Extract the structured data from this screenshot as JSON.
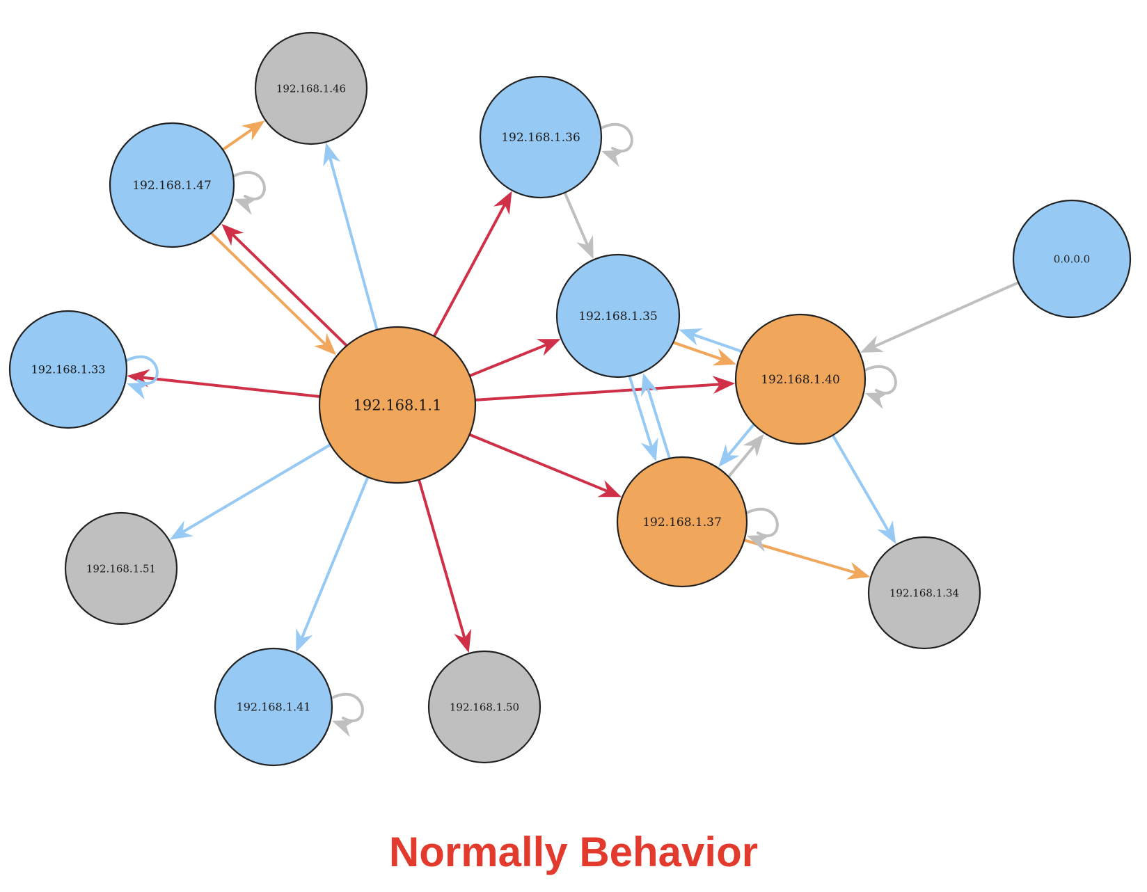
{
  "caption": "Normally Behavior",
  "colors": {
    "orange": "#f0a65b",
    "blue": "#96c9f3",
    "gray": "#bfbfbf",
    "red_edge": "#cf3047",
    "outline": "#222222"
  },
  "nodes": [
    {
      "id": "n1",
      "label": "192.168.1.1",
      "color": "orange"
    },
    {
      "id": "n46",
      "label": "192.168.1.46",
      "color": "gray"
    },
    {
      "id": "n47",
      "label": "192.168.1.47",
      "color": "blue"
    },
    {
      "id": "n36",
      "label": "192.168.1.36",
      "color": "blue"
    },
    {
      "id": "n35",
      "label": "192.168.1.35",
      "color": "blue"
    },
    {
      "id": "n0",
      "label": "0.0.0.0",
      "color": "blue"
    },
    {
      "id": "n40",
      "label": "192.168.1.40",
      "color": "orange"
    },
    {
      "id": "n33",
      "label": "192.168.1.33",
      "color": "blue"
    },
    {
      "id": "n37",
      "label": "192.168.1.37",
      "color": "orange"
    },
    {
      "id": "n51",
      "label": "192.168.1.51",
      "color": "gray"
    },
    {
      "id": "n34",
      "label": "192.168.1.34",
      "color": "gray"
    },
    {
      "id": "n41",
      "label": "192.168.1.41",
      "color": "blue"
    },
    {
      "id": "n50",
      "label": "192.168.1.50",
      "color": "gray"
    }
  ],
  "edges": [
    {
      "from": "n1",
      "to": "n47",
      "color": "red_edge"
    },
    {
      "from": "n47",
      "to": "n1",
      "color": "orange"
    },
    {
      "from": "n47",
      "to": "n46",
      "color": "orange"
    },
    {
      "from": "n1",
      "to": "n46",
      "color": "blue"
    },
    {
      "from": "n1",
      "to": "n36",
      "color": "red_edge"
    },
    {
      "from": "n1",
      "to": "n35",
      "color": "red_edge"
    },
    {
      "from": "n1",
      "to": "n40",
      "color": "red_edge"
    },
    {
      "from": "n1",
      "to": "n33",
      "color": "red_edge"
    },
    {
      "from": "n1",
      "to": "n37",
      "color": "red_edge"
    },
    {
      "from": "n1",
      "to": "n51",
      "color": "blue"
    },
    {
      "from": "n1",
      "to": "n41",
      "color": "blue"
    },
    {
      "from": "n1",
      "to": "n50",
      "color": "red_edge"
    },
    {
      "from": "n36",
      "to": "n35",
      "color": "gray"
    },
    {
      "from": "n0",
      "to": "n40",
      "color": "gray"
    },
    {
      "from": "n35",
      "to": "n40",
      "color": "orange"
    },
    {
      "from": "n40",
      "to": "n35",
      "color": "blue"
    },
    {
      "from": "n35",
      "to": "n37",
      "color": "blue"
    },
    {
      "from": "n37",
      "to": "n35",
      "color": "blue"
    },
    {
      "from": "n37",
      "to": "n40",
      "color": "gray"
    },
    {
      "from": "n40",
      "to": "n37",
      "color": "blue"
    },
    {
      "from": "n37",
      "to": "n34",
      "color": "orange"
    },
    {
      "from": "n40",
      "to": "n34",
      "color": "blue"
    }
  ],
  "self_loops": [
    {
      "node": "n47",
      "color": "gray"
    },
    {
      "node": "n36",
      "color": "gray"
    },
    {
      "node": "n33",
      "color": "blue"
    },
    {
      "node": "n40",
      "color": "gray"
    },
    {
      "node": "n37",
      "color": "gray"
    },
    {
      "node": "n41",
      "color": "gray"
    }
  ]
}
